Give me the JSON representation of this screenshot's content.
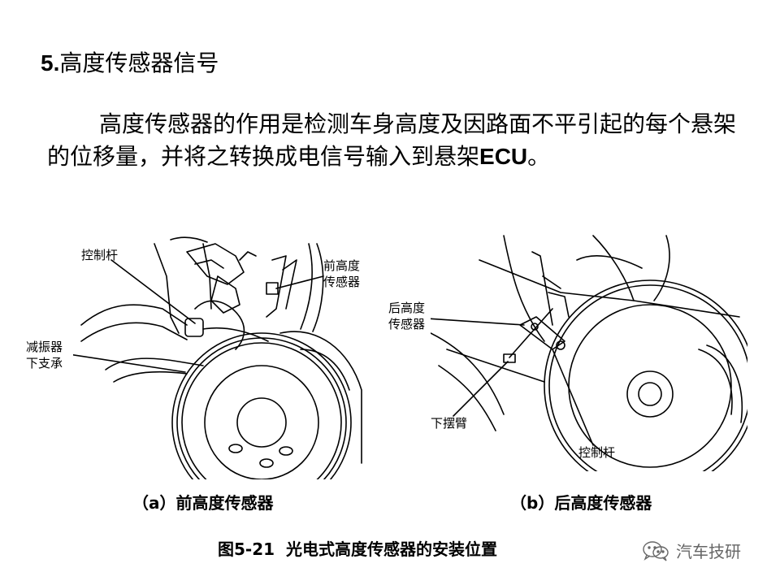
{
  "title": {
    "number": "5.",
    "text": "高度传感器信号"
  },
  "paragraph": {
    "text": "高度传感器的作用是检测车身高度及因路面不平引起的每个悬架的位移量，并将之转换成电信号输入到悬架",
    "ecu": "ECU",
    "end": "。"
  },
  "figure_a": {
    "label_control_rod": "控制杆",
    "label_front_sensor_1": "前高度",
    "label_front_sensor_2": "传感器",
    "label_lower_bracket_1": "减振器",
    "label_lower_bracket_2": "下支承",
    "caption": "（a）前高度传感器"
  },
  "figure_b": {
    "label_rear_sensor_1": "后高度",
    "label_rear_sensor_2": "传感器",
    "label_lower_arm": "下摆臂",
    "label_control_rod": "控制杆",
    "caption": "（b）后高度传感器"
  },
  "figure_title": {
    "number": "图5-21",
    "text": "光电式高度传感器的安装位置"
  },
  "watermark": {
    "text": "汽车技研",
    "icon": "wechat-icon"
  }
}
